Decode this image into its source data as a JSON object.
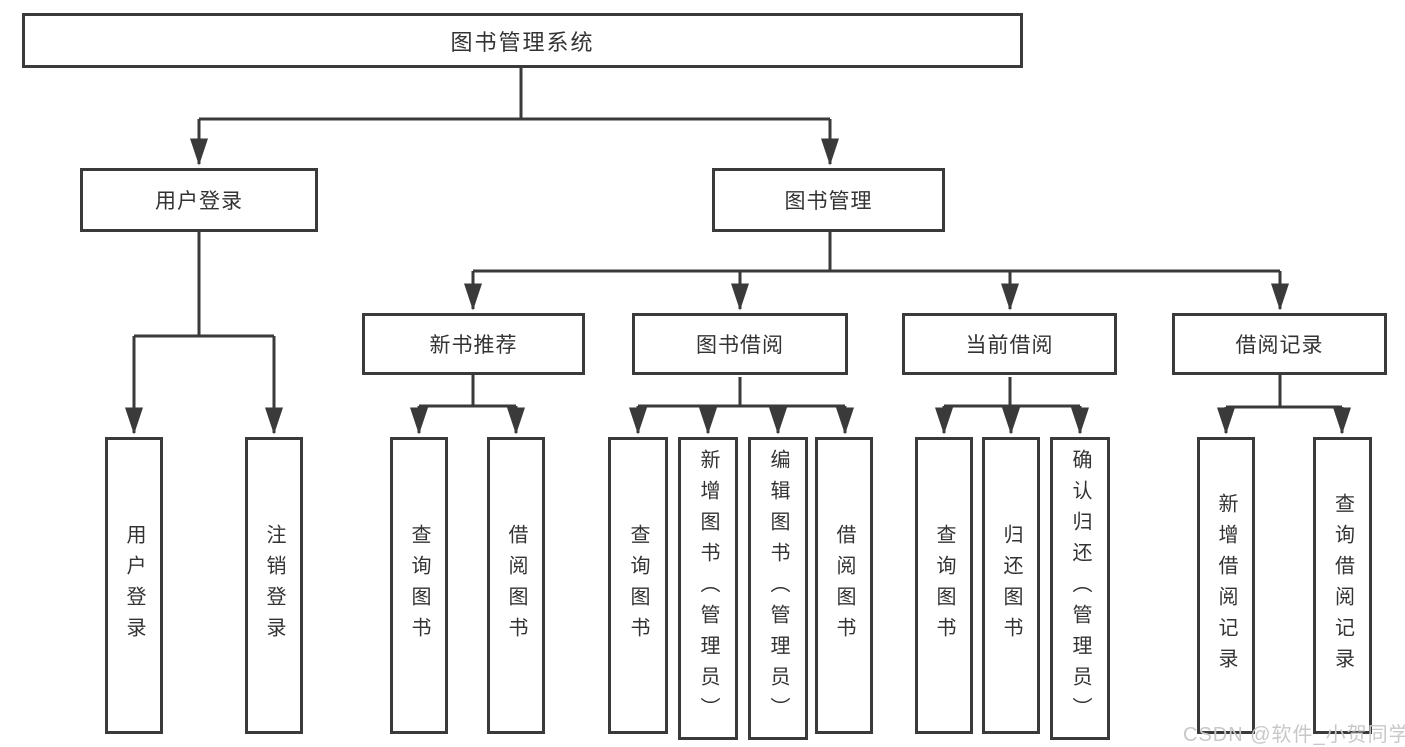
{
  "page": {
    "background": "#ffffff"
  },
  "colors": {
    "line": "#3a3a3a",
    "box_border": "#3a3a3a",
    "text": "#333333",
    "watermark": "#c8c8c8"
  },
  "watermark": {
    "text": "CSDN @软件_小贺同学"
  },
  "tree": {
    "root": {
      "label": "图书管理系统"
    },
    "children": [
      {
        "label": "用户登录",
        "children": [
          {
            "label": "用户登录"
          },
          {
            "label": "注销登录"
          }
        ]
      },
      {
        "label": "图书管理",
        "children": [
          {
            "label": "新书推荐",
            "children": [
              {
                "label": "查询图书"
              },
              {
                "label": "借阅图书"
              }
            ]
          },
          {
            "label": "图书借阅",
            "children": [
              {
                "label": "查询图书"
              },
              {
                "label": "新增图书（管理员）"
              },
              {
                "label": "编辑图书（管理员）"
              },
              {
                "label": "借阅图书"
              }
            ]
          },
          {
            "label": "当前借阅",
            "children": [
              {
                "label": "查询图书"
              },
              {
                "label": "归还图书"
              },
              {
                "label": "确认归还（管理员）"
              }
            ]
          },
          {
            "label": "借阅记录",
            "children": [
              {
                "label": "新增借阅记录"
              },
              {
                "label": "查询借阅记录"
              }
            ]
          }
        ]
      }
    ]
  }
}
